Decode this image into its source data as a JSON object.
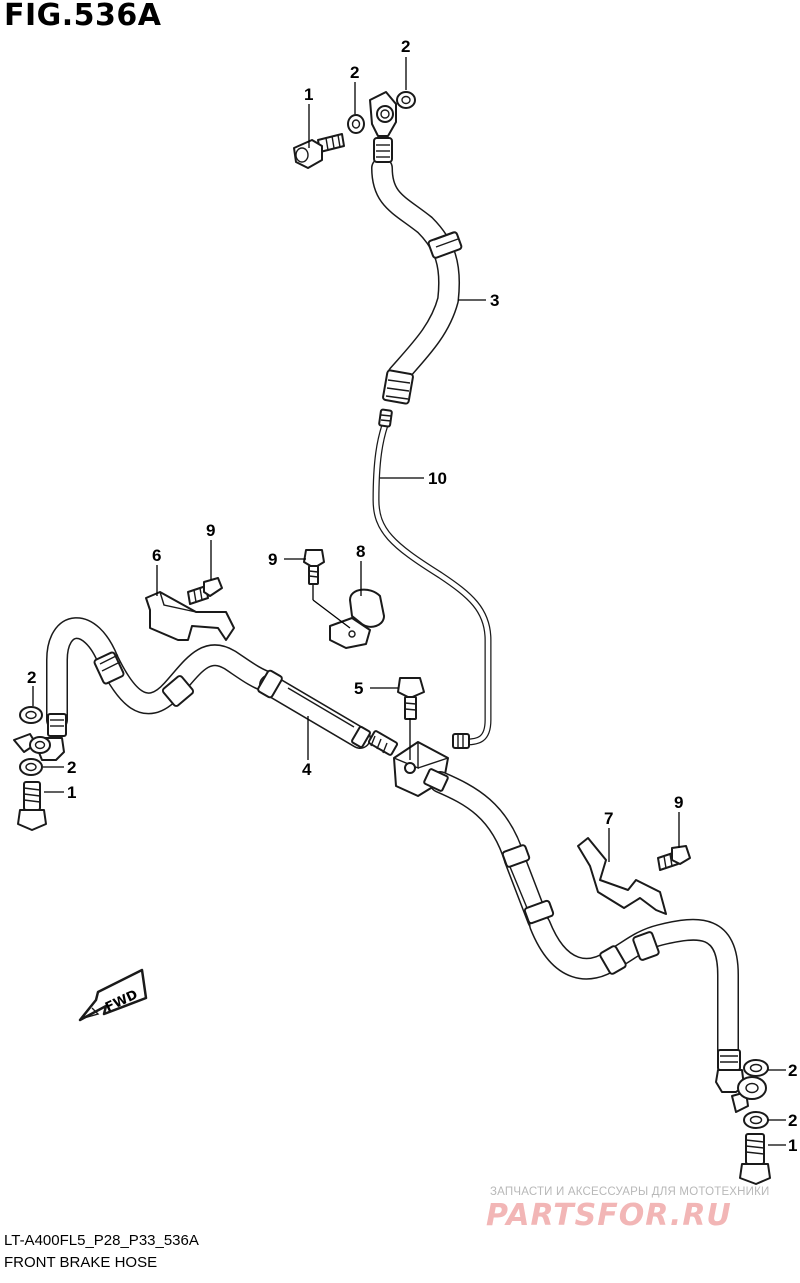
{
  "figure": {
    "title": "FIG.536A",
    "code": "LT-A400FL5_P28_P33_536A",
    "description": "FRONT BRAKE HOSE"
  },
  "watermark": {
    "tagline": "ЗАПЧАСТИ И АКСЕССУАРЫ ДЛЯ МОТОТЕХНИКИ",
    "logo": "PARTSFOR.RU"
  },
  "direction_marker": "FWD",
  "callouts": [
    {
      "id": "callout-1-top",
      "number": "1"
    },
    {
      "id": "callout-2-top-a",
      "number": "2"
    },
    {
      "id": "callout-2-top-b",
      "number": "2"
    },
    {
      "id": "callout-3",
      "number": "3"
    },
    {
      "id": "callout-10",
      "number": "10"
    },
    {
      "id": "callout-9-top",
      "number": "9"
    },
    {
      "id": "callout-6",
      "number": "6"
    },
    {
      "id": "callout-9-mid",
      "number": "9"
    },
    {
      "id": "callout-8",
      "number": "8"
    },
    {
      "id": "callout-5",
      "number": "5"
    },
    {
      "id": "callout-4",
      "number": "4"
    },
    {
      "id": "callout-2-left-a",
      "number": "2"
    },
    {
      "id": "callout-2-left-b",
      "number": "2"
    },
    {
      "id": "callout-1-left",
      "number": "1"
    },
    {
      "id": "callout-7",
      "number": "7"
    },
    {
      "id": "callout-9-right",
      "number": "9"
    },
    {
      "id": "callout-2-right-a",
      "number": "2"
    },
    {
      "id": "callout-2-right-b",
      "number": "2"
    },
    {
      "id": "callout-1-right",
      "number": "1"
    }
  ]
}
